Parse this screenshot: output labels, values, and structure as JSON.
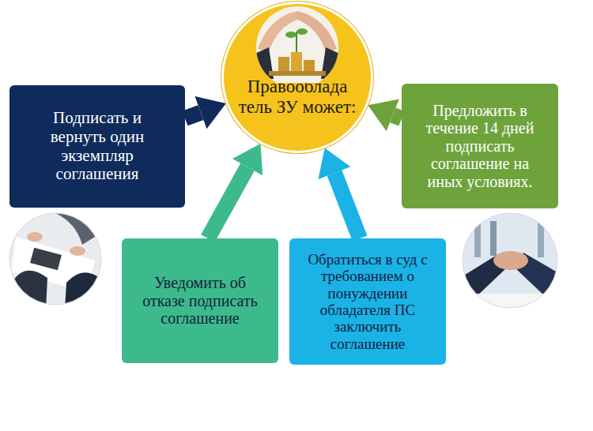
{
  "diagram": {
    "nodes": [
      {
        "text": [
          "Правооблада тель ЗУ может:"
        ]
      },
      {
        "text": [
          "Подписать и вернуть один экземпляр соглашения"
        ]
      },
      {
        "text": [
          "Предложить в течение 14 дней подписать соглашение на иных условиях."
        ]
      },
      {
        "text": [
          "Уведомить об отказе подписать соглашение"
        ]
      },
      {
        "text": [
          "Обратиться в суд с требованием о понуждении обладателя ПС заключить соглашение"
        ]
      }
    ],
    "edges": [
      {
        "from": 1,
        "to": 0,
        "arrow": "to"
      },
      {
        "from": 2,
        "to": 0,
        "arrow": "to"
      },
      {
        "from": 3,
        "to": 0,
        "arrow": "to"
      },
      {
        "from": 4,
        "to": 0,
        "arrow": "to"
      }
    ]
  }
}
